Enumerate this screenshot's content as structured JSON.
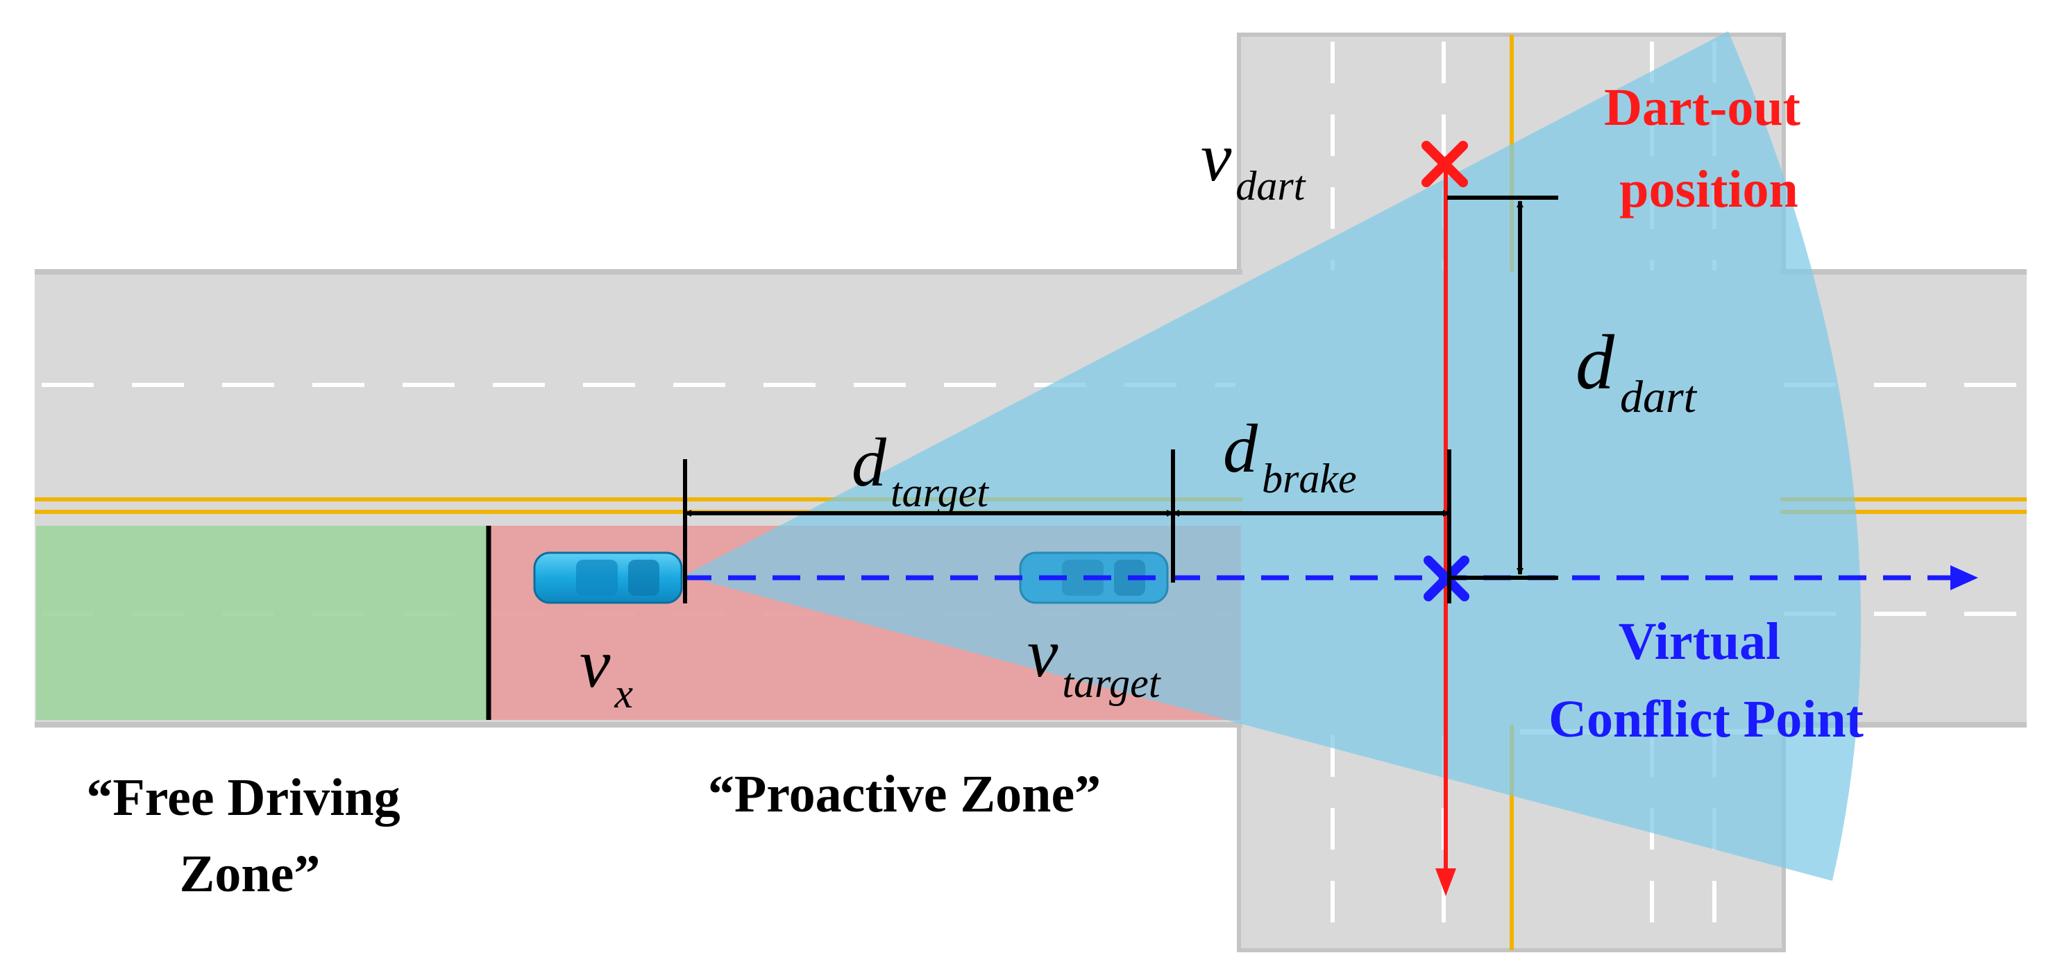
{
  "labels": {
    "d_target": {
      "main": "d",
      "sub": "target"
    },
    "d_brake": {
      "main": "d",
      "sub": "brake"
    },
    "d_dart": {
      "main": "d",
      "sub": "dart"
    },
    "v_dart": {
      "main": "v",
      "sub": "dart"
    },
    "v_x": {
      "main": "v",
      "sub": "x"
    },
    "v_target": {
      "main": "v",
      "sub": "target"
    },
    "dart_out": {
      "line1": "Dart-out",
      "line2": "position"
    },
    "virtual_conflict": {
      "line1": "Virtual",
      "line2": "Conflict Point"
    },
    "free_zone": {
      "line1": "“Free Driving",
      "line2": "Zone”"
    },
    "proactive_zone": "“Proactive Zone”"
  },
  "colors": {
    "road": "#d9d9d9",
    "lane_marking": "#ffffff",
    "center_line": "#f0b400",
    "free_zone": "#9fd49f",
    "proactive_zone": "#e8a0a0",
    "sensor_field": "#7ec9e6",
    "dart_out": "#ff1a1a",
    "conflict": "#1a1aff",
    "dimension": "#000000"
  },
  "icons": {
    "ego_vehicle": "car-icon",
    "target_vehicle": "car-icon",
    "dart_out_marker": "x-mark-icon",
    "conflict_marker": "x-mark-icon"
  }
}
